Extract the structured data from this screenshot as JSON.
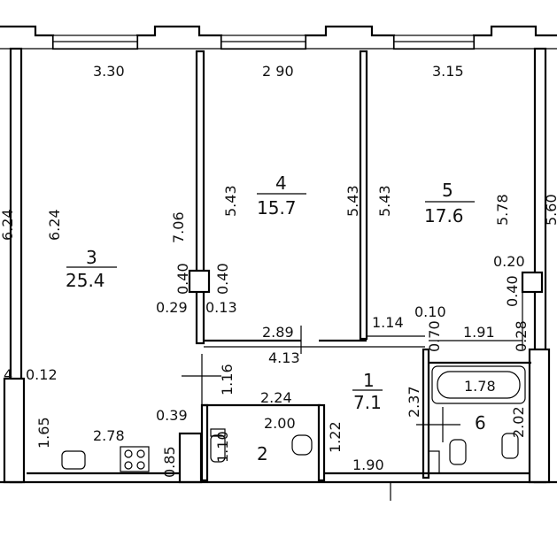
{
  "rooms": {
    "r1": {
      "num": "1",
      "area": "7.1"
    },
    "r2": {
      "num": "2"
    },
    "r3": {
      "num": "3",
      "area": "25.4"
    },
    "r4": {
      "num": "4",
      "area": "15.7"
    },
    "r5": {
      "num": "5",
      "area": "17.6"
    },
    "r6": {
      "num": "6"
    }
  },
  "dims": {
    "d_330": "3.30",
    "d_290": "2 90",
    "d_315": "3.15",
    "d_624a": "6.24",
    "d_624b": "6.24",
    "d_706": "7.06",
    "d_543a": "5.43",
    "d_543b": "5.43",
    "d_543c": "5.43",
    "d_578": "5.78",
    "d_560": "5.60",
    "d_040a": "0.40",
    "d_040b": "0.40",
    "d_029": "0.29",
    "d_013": "0.13",
    "d_020": "0.20",
    "d_040c": "0.40",
    "d_028": "0.28",
    "d_289": "2.89",
    "d_413": "4.13",
    "d_114": "1.14",
    "d_010": "0.10",
    "d_070": "0.70",
    "d_191": "1.91",
    "d_4": "4",
    "d_012": "0.12",
    "d_165": "1.65",
    "d_278": "2.78",
    "d_085": "0.85",
    "d_039": "0.39",
    "d_116": "1.16",
    "d_224": "2.24",
    "d_200": "2.00",
    "d_110": "1.10",
    "d_122": "1.22",
    "d_190": "1.90",
    "d_237": "2.37",
    "d_178": "1.78",
    "d_202": "2.02"
  }
}
